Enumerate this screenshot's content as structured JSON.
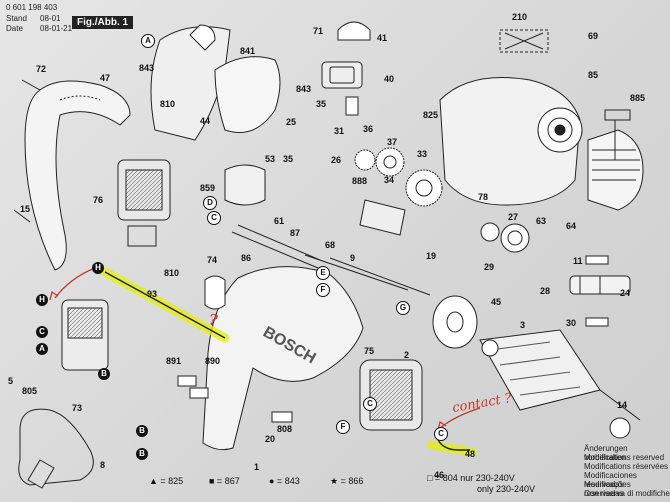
{
  "header": {
    "part_no": "0 601 198 403",
    "stand_label": "Stand",
    "stand_value": "08-01",
    "date_label": "Date",
    "date_value": "08-01-21",
    "fig_label": "Fig./Abb. 1"
  },
  "labels": {
    "p210": "210",
    "p71": "71",
    "p41": "41",
    "p69": "69",
    "p85": "85",
    "p885": "885",
    "p72": "72",
    "p47": "47",
    "p843a": "843",
    "p841": "841",
    "p810a": "810",
    "p35a": "35",
    "p40": "40",
    "p44": "44",
    "p843b": "843",
    "p31": "31",
    "p25": "25",
    "p825": "825",
    "p53": "53",
    "p35b": "35",
    "p36": "36",
    "p37": "37",
    "p34": "34",
    "p26": "26",
    "p33": "33",
    "p859": "859",
    "p888": "888",
    "p76": "76",
    "p78": "78",
    "p27": "27",
    "p63": "63",
    "p64": "64",
    "p61": "61",
    "p87": "87",
    "p68": "68",
    "p15": "15",
    "p19": "19",
    "p29": "29",
    "p28": "28",
    "p74": "74",
    "p86": "86",
    "p810b": "810",
    "p9": "9",
    "p93": "93",
    "p45": "45",
    "p11": "11",
    "p24": "24",
    "p891": "891",
    "p890": "890",
    "p30": "30",
    "p5": "5",
    "p805": "805",
    "p75": "75",
    "p2": "2",
    "p3": "3",
    "p808": "808",
    "p20": "20",
    "p14": "14",
    "p46": "46",
    "p48": "48",
    "p8": "8",
    "p1": "1",
    "p73": "73"
  },
  "circles": {
    "A": "A",
    "B": "B",
    "C": "C",
    "D": "D",
    "E": "E",
    "F": "F",
    "G": "G",
    "H": "H"
  },
  "legend": {
    "triangle": "▲ = 825",
    "square_filled": "■ = 867",
    "circle_filled": "● = 843",
    "star": "★ = 866",
    "square_hollow": "□ = 804 nur 230-240V",
    "only_line": "only 230-240V"
  },
  "notes": {
    "line1": "Änderungen vorbehalten",
    "line2": "Modifications reserved",
    "line3": "Modifications réservées",
    "line4": "Modificaciones reservadas",
    "line5": "Modificações reservadas",
    "line6": "Con riserva di modifiche"
  },
  "annotations": {
    "contact": "contact ?",
    "question": "?"
  },
  "colors": {
    "highlight": "#e4f000",
    "ink": "#111111",
    "annotation_red": "#c0392b"
  }
}
